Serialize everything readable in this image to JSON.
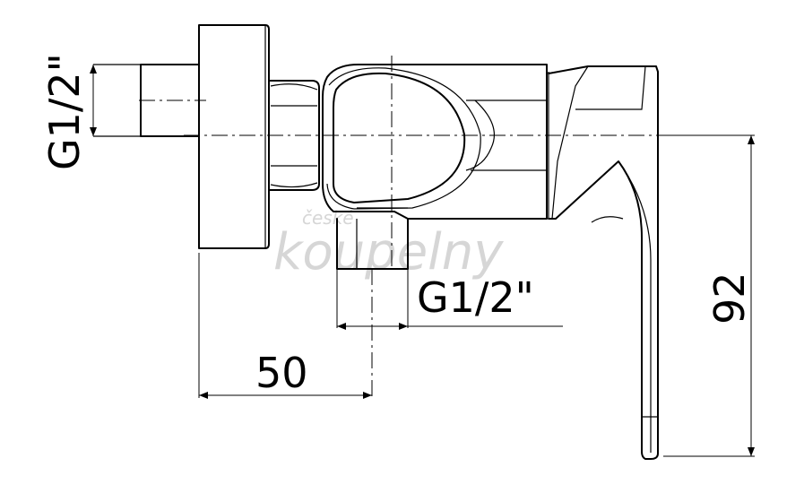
{
  "dimensions": {
    "inlet_thread": "G1/2\"",
    "outlet_thread": "G1/2\"",
    "width": "50",
    "height": "92"
  },
  "watermark": {
    "line1": "české",
    "line2": "koupelny"
  }
}
